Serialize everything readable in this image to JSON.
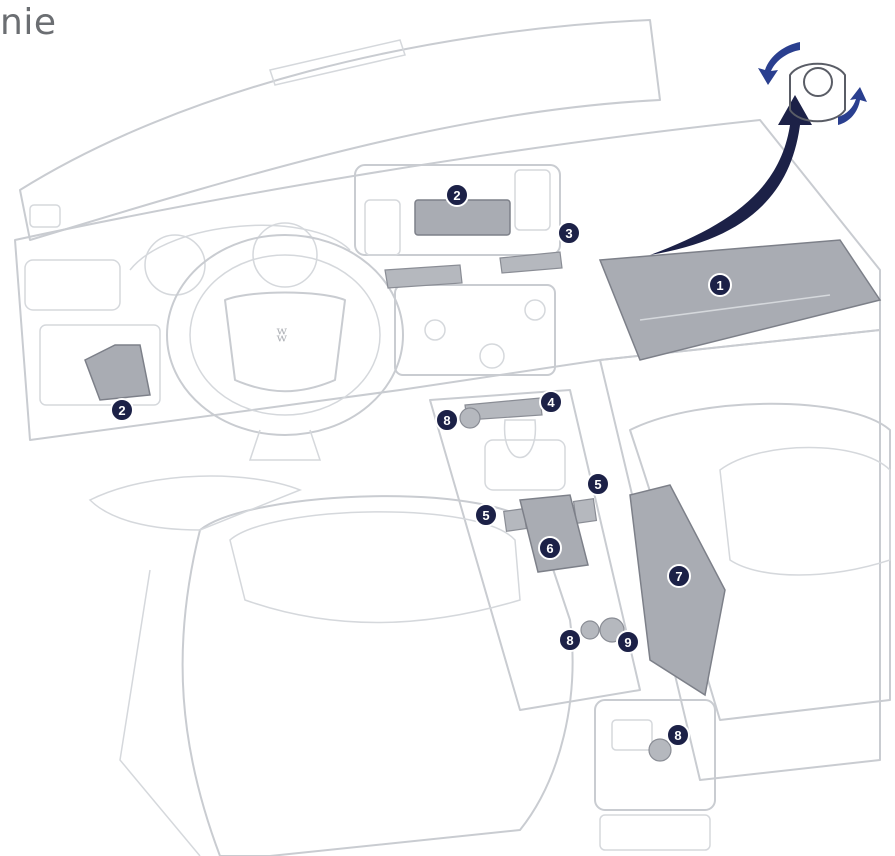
{
  "header": {
    "title": "nie"
  },
  "colors": {
    "badge": "#1c2147",
    "highlight": "#a9acb3",
    "line": "#c9ccd1",
    "arrow": "#1c2147"
  },
  "callouts": [
    {
      "id": "callout-1",
      "label": "1"
    },
    {
      "id": "callout-2a",
      "label": "2"
    },
    {
      "id": "callout-2b",
      "label": "2"
    },
    {
      "id": "callout-3",
      "label": "3"
    },
    {
      "id": "callout-4",
      "label": "4"
    },
    {
      "id": "callout-5a",
      "label": "5"
    },
    {
      "id": "callout-5b",
      "label": "5"
    },
    {
      "id": "callout-6",
      "label": "6"
    },
    {
      "id": "callout-7",
      "label": "7"
    },
    {
      "id": "callout-8a",
      "label": "8"
    },
    {
      "id": "callout-8b",
      "label": "8"
    },
    {
      "id": "callout-8c",
      "label": "8"
    },
    {
      "id": "callout-9",
      "label": "9"
    }
  ]
}
